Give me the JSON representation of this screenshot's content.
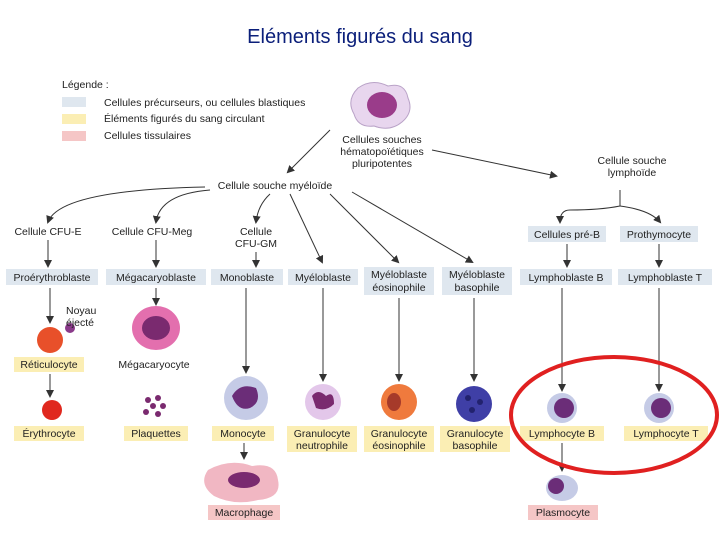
{
  "title": "Eléments figurés du sang",
  "legend": {
    "heading": "Légende :",
    "items": [
      {
        "label": "Cellules précurseurs, ou cellules blastiques",
        "color": "#dfe7ef"
      },
      {
        "label": "Éléments figurés du sang circulant",
        "color": "#fbeeb4"
      },
      {
        "label": "Cellules tissulaires",
        "color": "#f5c6c6"
      }
    ]
  },
  "cells": {
    "stem": [
      "Cellules souches",
      "hématopoïétiques",
      "pluripotentes"
    ],
    "myeloid_stem": "Cellule souche myéloïde",
    "lymphoid_stem": [
      "Cellule souche",
      "lymphoïde"
    ],
    "cfu_e": "Cellule CFU-E",
    "cfu_meg": "Cellule CFU-Meg",
    "cfu_gm": [
      "Cellule",
      "CFU-GM"
    ],
    "pre_b": "Cellules pré-B",
    "prothymocyte": "Prothymocyte",
    "proerythroblaste": "Proérythroblaste",
    "megacaryoblaste": "Mégacaryoblaste",
    "monoblaste": "Monoblaste",
    "myeloblaste": "Myéloblaste",
    "myeloblaste_eos": [
      "Myéloblaste",
      "éosinophile"
    ],
    "myeloblaste_baso": [
      "Myéloblaste",
      "basophile"
    ],
    "lymphoblaste_b": "Lymphoblaste B",
    "lymphoblaste_t": "Lymphoblaste  T",
    "noyau": [
      "Noyau",
      "éjecté"
    ],
    "reticulocyte": "Réticulocyte",
    "megacaryocyte": "Mégacaryocyte",
    "erythrocyte": "Érythrocyte",
    "plaquettes": "Plaquettes",
    "monocyte": "Monocyte",
    "gran_neutro": [
      "Granulocyte",
      "neutrophile"
    ],
    "gran_eos": [
      "Granulocyte",
      "éosinophile"
    ],
    "gran_baso": [
      "Granulocyte",
      "basophile"
    ],
    "lymphocyte_b": "Lymphocyte  B",
    "lymphocyte_t": "Lymphocyte  T",
    "macrophage": "Macrophage",
    "plasmocyte": "Plasmocyte"
  },
  "colors": {
    "title": "#0b1f7a",
    "precursor": "#dfe7ef",
    "circulating": "#fbeeb4",
    "tissue": "#f5c6c6",
    "highlight": "#e02020"
  }
}
